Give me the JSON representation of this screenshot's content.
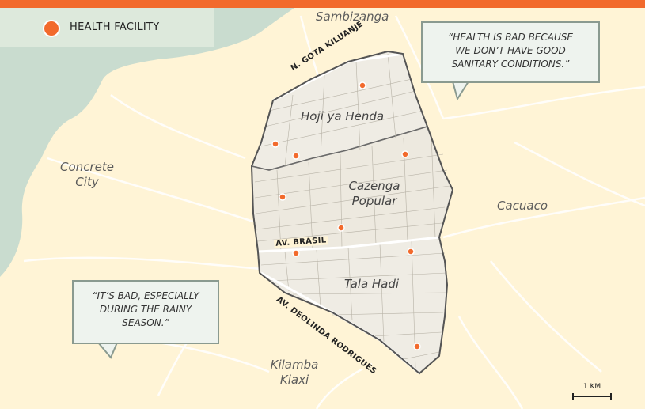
{
  "legend": {
    "label": "HEALTH FACILITY",
    "marker_color": "#f26a2c"
  },
  "colors": {
    "accent": "#f26a2c",
    "land": "#fff4d6",
    "water": "#c9dccf",
    "district_fill": "#efece4",
    "boundary": "#555555"
  },
  "places": {
    "sambizanga": "Sambizanga",
    "concrete_city": [
      "Concrete",
      "City"
    ],
    "cacuaco": "Cacuaco",
    "kilamba_kiaxi": [
      "Kilamba",
      "Kiaxi"
    ]
  },
  "districts": {
    "hoji_ya_henda": "Hoji ya Henda",
    "cazenga_popular": [
      "Cazenga",
      "Popular"
    ],
    "tala_hadi": "Tala Hadi"
  },
  "roads": {
    "gota_kiluanje": "N. GOTA KILUANJE",
    "brasil": "AV. BRASIL",
    "deolinda": "AV. DEOLINDA RODRIGUES"
  },
  "quotes": {
    "health_bad": "“HEALTH IS BAD BECAUSE\nWE DON’T HAVE GOOD\nSANITARY CONDITIONS.”",
    "rainy_season": "“IT’S BAD, ESPECIALLY\nDURING THE RAINY\nSEASON.”"
  },
  "scale": {
    "label": "1 KM"
  },
  "facility_count": 9
}
